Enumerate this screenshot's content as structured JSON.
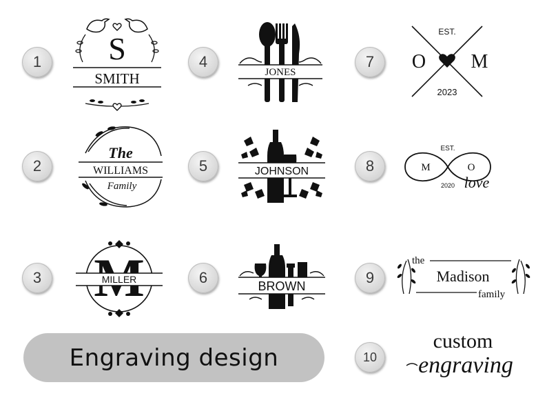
{
  "badges": [
    "1",
    "2",
    "3",
    "4",
    "5",
    "6",
    "7",
    "8",
    "9",
    "10"
  ],
  "designs": {
    "d1": {
      "name": "SMITH",
      "initial": "S"
    },
    "d2": {
      "line1": "The",
      "name": "WILLIAMS",
      "line3": "Family"
    },
    "d3": {
      "initial": "M",
      "name": "MILLER"
    },
    "d4": {
      "name": "JONES"
    },
    "d5": {
      "name": "JOHNSON"
    },
    "d6": {
      "name": "BROWN"
    },
    "d7": {
      "est": "EST.",
      "left": "O",
      "right": "M",
      "year": "2023"
    },
    "d8": {
      "est": "EST.",
      "left": "M",
      "right": "O",
      "year": "2020",
      "word": "love"
    },
    "d9": {
      "the": "the",
      "name": "Madison",
      "family": "family"
    },
    "d10": {
      "line1": "custom",
      "line2": "engraving"
    }
  },
  "pill": {
    "label": "Engraving design"
  },
  "colors": {
    "ink": "#111111",
    "badge": "#d6d6d6",
    "pill": "#c2c2c2"
  }
}
